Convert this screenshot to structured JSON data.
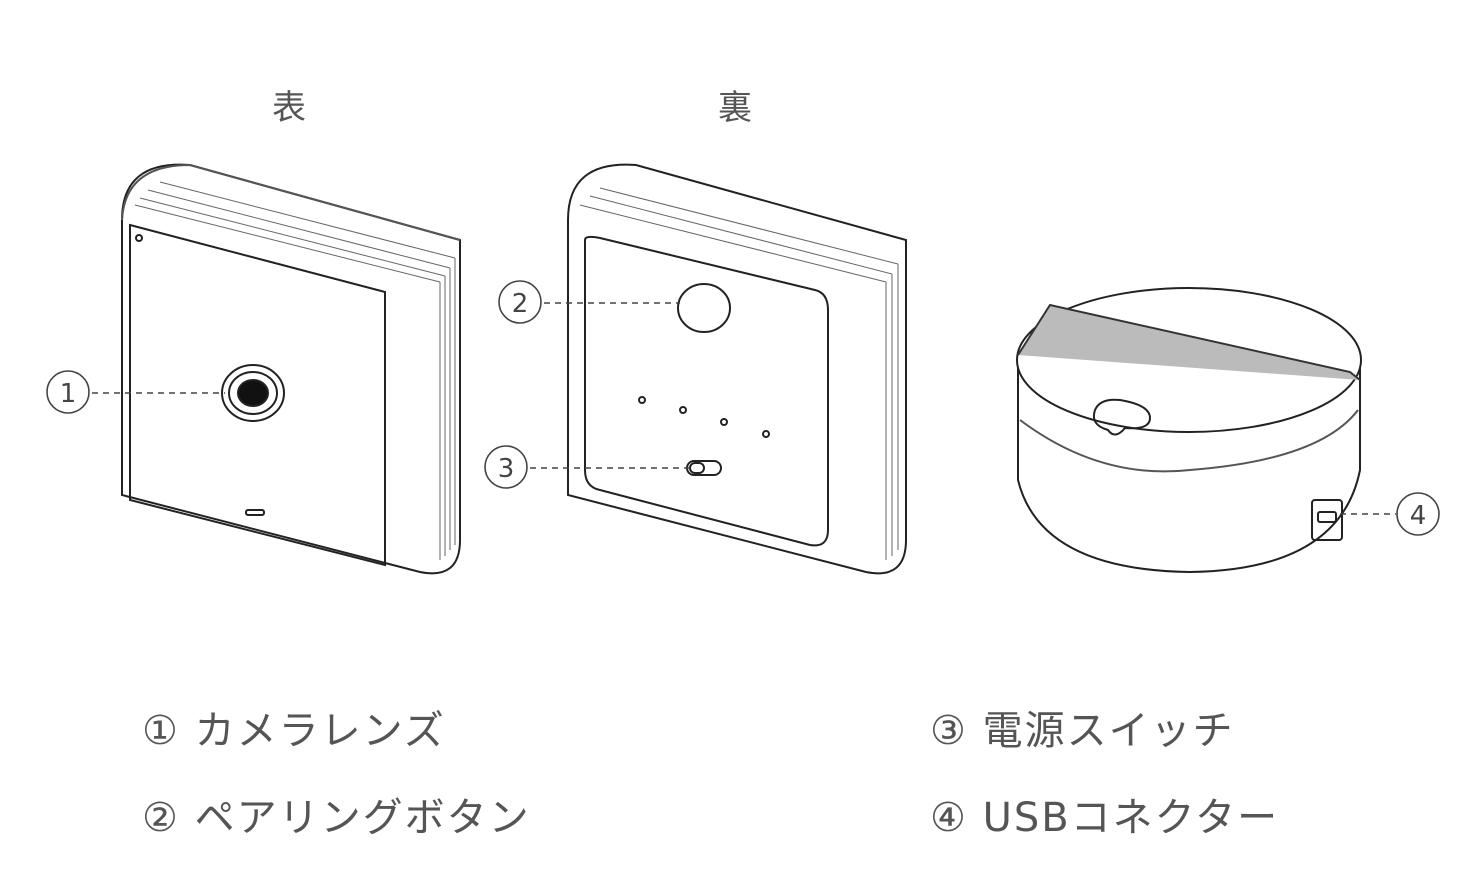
{
  "views": {
    "front": "表",
    "back": "裏"
  },
  "callouts": [
    "①",
    "②",
    "③",
    "④"
  ],
  "legend": [
    "① カメラレンズ",
    "② ペアリングボタン",
    "③ 電源スイッチ",
    "④ USBコネクター"
  ]
}
